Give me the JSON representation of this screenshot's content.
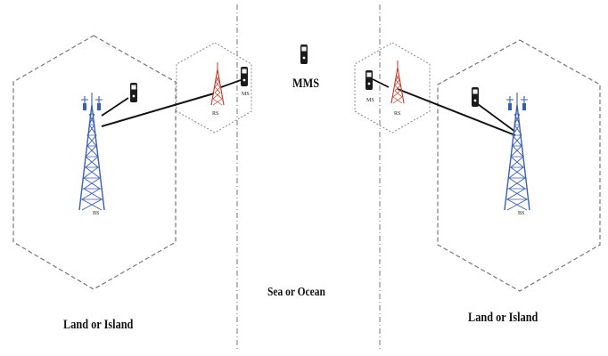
{
  "labels": {
    "land_left": "Land or Island",
    "land_right": "Land or Island",
    "sea": "Sea  or  Ocean",
    "mms": "MMS",
    "bs_left": "BS",
    "bs_right": "BS",
    "rs_left": "RS",
    "rs_right": "RS",
    "ms_left": "MS",
    "ms_right": "MS"
  },
  "icons": [
    "base-station-tower-icon",
    "relay-station-tower-icon",
    "mobile-phone-icon"
  ],
  "colors": {
    "base_station": "#3b5fb0",
    "relay_station": "#c0392b",
    "cell_outline": "#777777",
    "link": "#111111",
    "phone": "#1a1a1a"
  }
}
